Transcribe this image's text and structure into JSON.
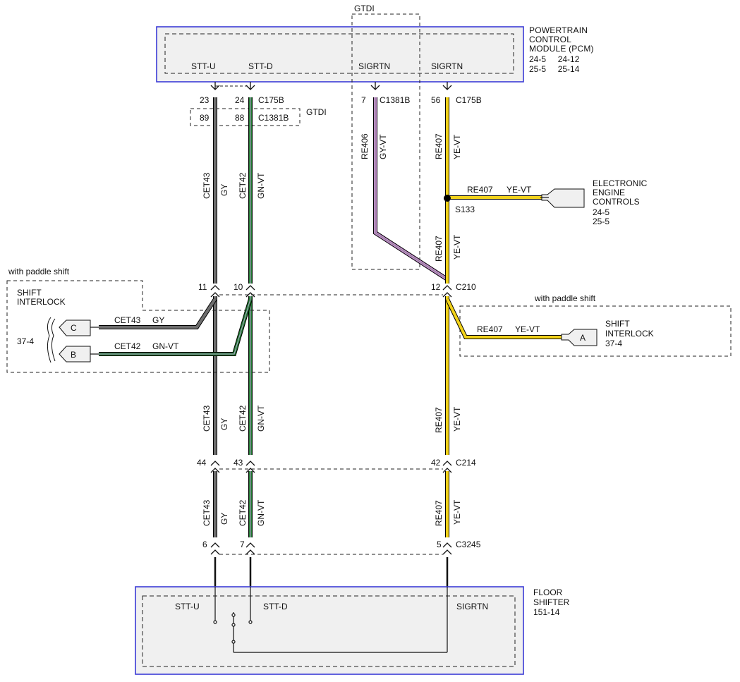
{
  "pcm": {
    "title": [
      "POWERTRAIN",
      "CONTROL",
      "MODULE (PCM)"
    ],
    "refs": [
      "24-5     24-12",
      "25-5     25-14"
    ],
    "pins": [
      "STT-U",
      "STT-D",
      "SIGRTN",
      "SIGRTN"
    ]
  },
  "gtdi_top": "GTDI",
  "gtdi_mid": "GTDI",
  "connectors": {
    "c175b_left": "C175B",
    "c1381b_left": "C1381B",
    "c1381b_mid": "C1381B",
    "c175b_right": "C175B",
    "c210": "C210",
    "c214": "C214",
    "c3245": "C3245",
    "s133": "S133"
  },
  "pin_numbers": {
    "p23": "23",
    "p24": "24",
    "p89": "89",
    "p88": "88",
    "p7": "7",
    "p56": "56",
    "p11": "11",
    "p10": "10",
    "p12": "12",
    "p44": "44",
    "p43": "43",
    "p42": "42",
    "p6": "6",
    "p7b": "7",
    "p5": "5"
  },
  "wires": {
    "cet43": "CET43",
    "gy": "GY",
    "cet42": "CET42",
    "gnvt": "GN-VT",
    "re406": "RE406",
    "gyvt": "GY-VT",
    "re407": "RE407",
    "yevt": "YE-VT"
  },
  "eec": {
    "title": [
      "ELECTRONIC",
      "ENGINE",
      "CONTROLS"
    ],
    "refs": [
      "24-5",
      "25-5"
    ],
    "wire_code": "RE407",
    "wire_color": "YE-VT"
  },
  "paddle_left": {
    "note": "with paddle shift",
    "title": [
      "SHIFT",
      "INTERLOCK"
    ],
    "ref": "37-4",
    "pin_c": "C",
    "pin_b": "B",
    "wire_c_code": "CET43",
    "wire_c_color": "GY",
    "wire_b_code": "CET42",
    "wire_b_color": "GN-VT"
  },
  "paddle_right": {
    "note": "with paddle shift",
    "title": [
      "SHIFT",
      "INTERLOCK"
    ],
    "ref": "37-4",
    "pin_a": "A",
    "wire_code": "RE407",
    "wire_color": "YE-VT"
  },
  "shifter": {
    "title": [
      "FLOOR",
      "SHIFTER"
    ],
    "ref": "151-14",
    "pins": [
      "STT-U",
      "STT-D",
      "SIGRTN"
    ]
  },
  "colors": {
    "module_border": "#3b3bd6",
    "module_fill": "#f0f0f0",
    "gray_wire": "#6e6e6e",
    "green_wire": "#1f7a2e",
    "violet_wire": "#c48ad0",
    "yellow_wire": "#f2d21a"
  }
}
